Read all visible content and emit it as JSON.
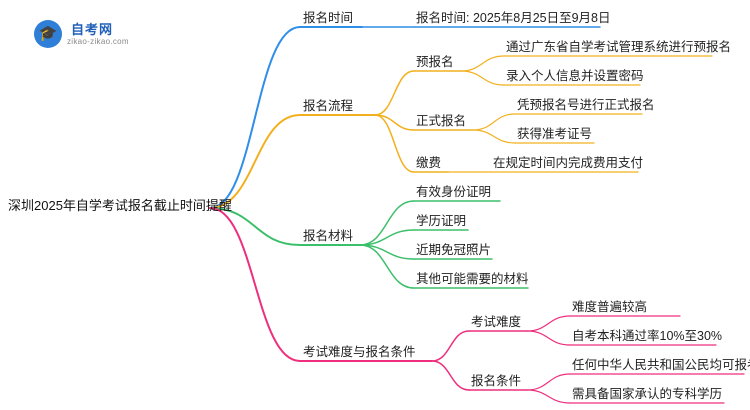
{
  "logo": {
    "name": "自考网",
    "url": "zikao-zikao.com"
  },
  "root": "深圳2025年自学考试报名截止时间提醒",
  "branches": [
    {
      "label": "报名时间",
      "children": [
        {
          "label": "报名时间: 2025年8月25日至9月8日"
        }
      ]
    },
    {
      "label": "报名流程",
      "children": [
        {
          "label": "预报名",
          "children": [
            {
              "label": "通过广东省自学考试管理系统进行预报名"
            },
            {
              "label": "录入个人信息并设置密码"
            }
          ]
        },
        {
          "label": "正式报名",
          "children": [
            {
              "label": "凭预报名号进行正式报名"
            },
            {
              "label": "获得准考证号"
            }
          ]
        },
        {
          "label": "缴费",
          "children": [
            {
              "label": "在规定时间内完成费用支付"
            }
          ]
        }
      ]
    },
    {
      "label": "报名材料",
      "children": [
        {
          "label": "有效身份证明"
        },
        {
          "label": "学历证明"
        },
        {
          "label": "近期免冠照片"
        },
        {
          "label": "其他可能需要的材料"
        }
      ]
    },
    {
      "label": "考试难度与报名条件",
      "children": [
        {
          "label": "考试难度",
          "children": [
            {
              "label": "难度普遍较高"
            },
            {
              "label": "自考本科通过率10%至30%"
            }
          ]
        },
        {
          "label": "报名条件",
          "children": [
            {
              "label": "任何中华人民共和国公民均可报考"
            },
            {
              "label": "需具备国家承认的专科学历"
            }
          ]
        }
      ]
    }
  ],
  "colors": {
    "branch1": "#2f8ee8",
    "branch2": "#f2b01e",
    "branch3": "#3cbf6a",
    "branch4": "#ee2f7d"
  }
}
